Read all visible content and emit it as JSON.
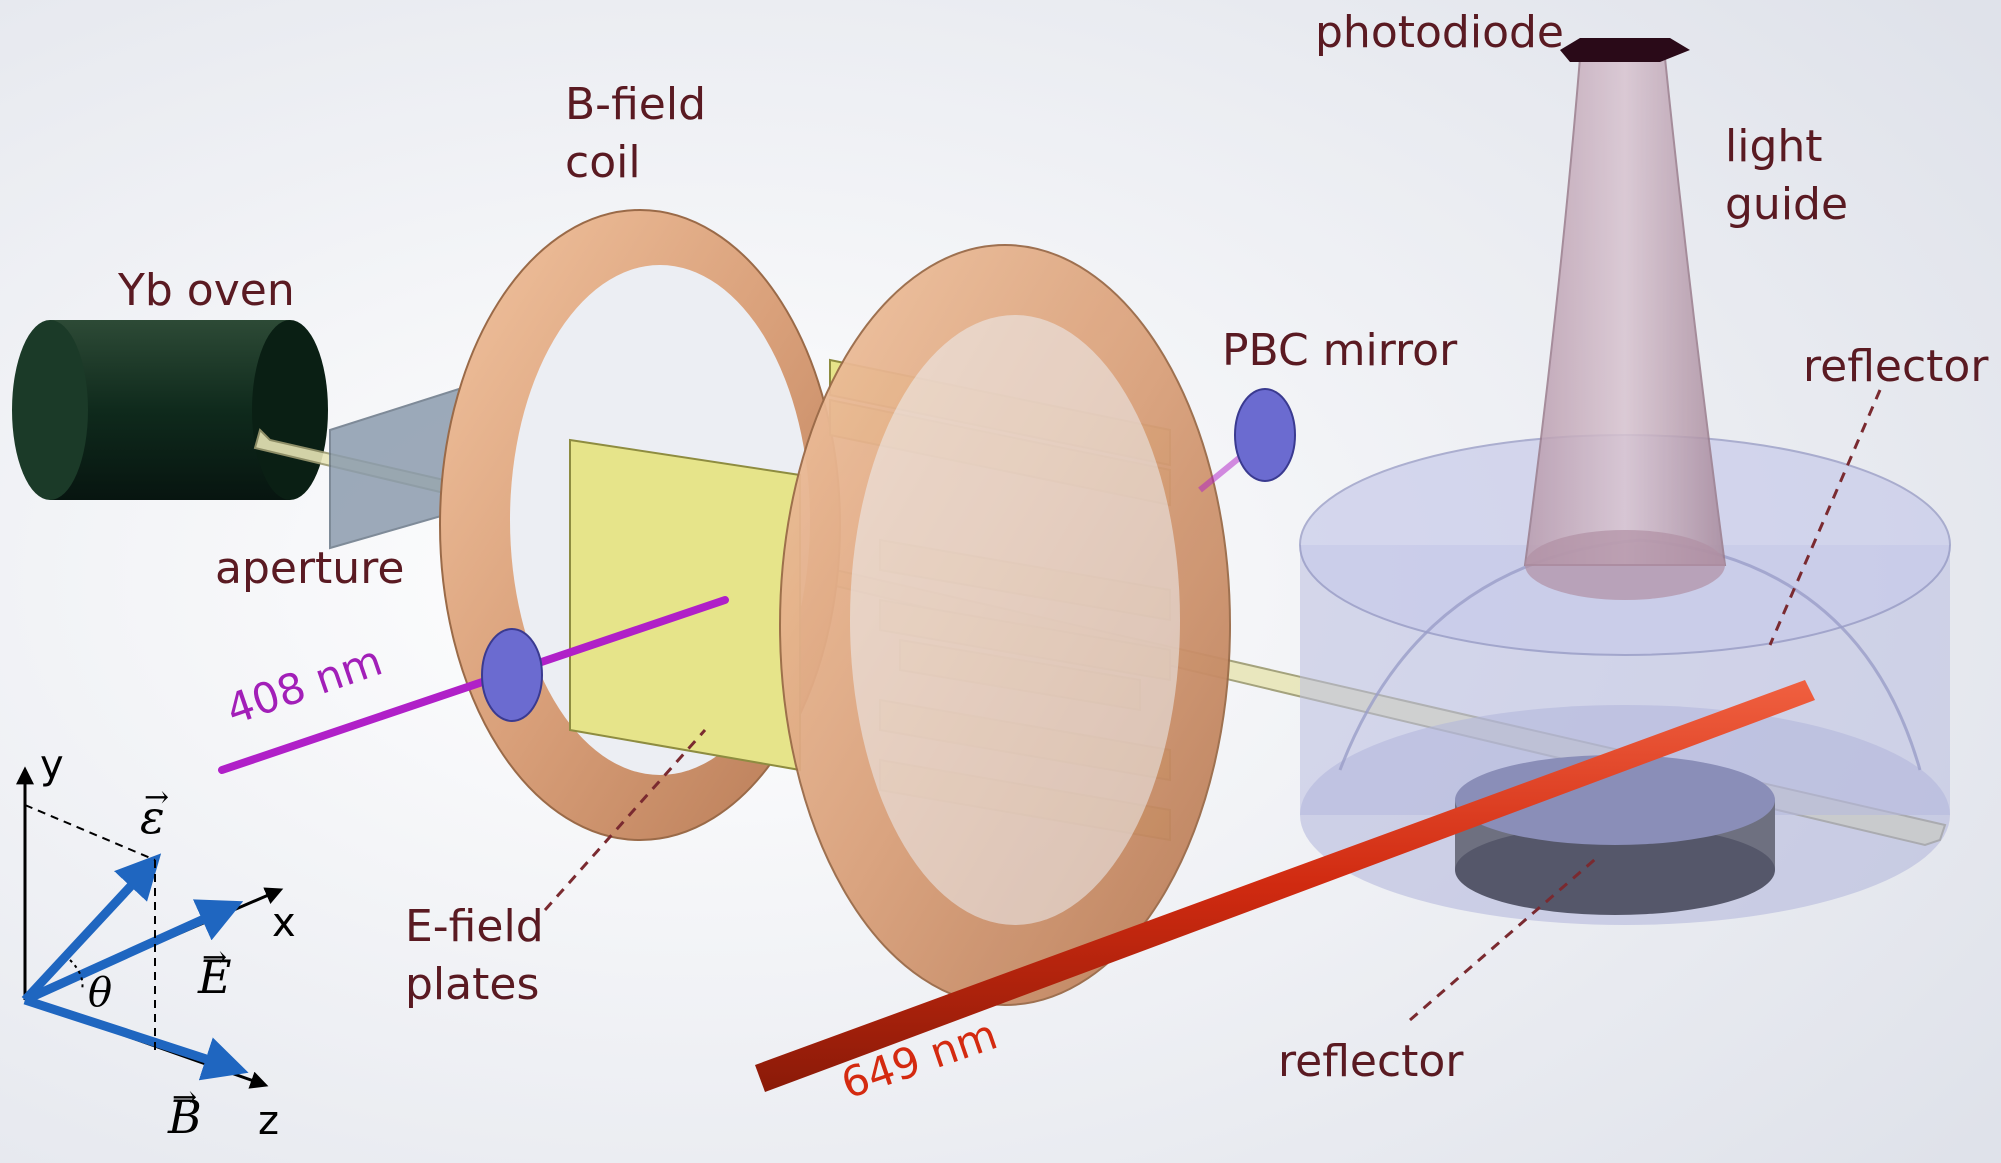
{
  "labels": {
    "photodiode": "photodiode",
    "light_guide": [
      "light",
      "guide"
    ],
    "b_field_coil": [
      "B-field",
      "coil"
    ],
    "yb_oven": "Yb oven",
    "pbc_mirror": "PBC mirror",
    "reflector_top": "reflector",
    "aperture": "aperture",
    "wavelength_408": "408 nm",
    "e_field_plates": [
      "E-field",
      "plates"
    ],
    "wavelength_649": "649 nm",
    "reflector_bottom": "reflector"
  },
  "axes": {
    "y": "y",
    "x": "x",
    "z": "z",
    "epsilon": "ε",
    "e_vec": "E",
    "b_vec": "B",
    "theta": "θ"
  },
  "colors": {
    "label_text": "#5a1a22",
    "laser_408": "#b020c8",
    "laser_649": "#d02a10",
    "coil": "#d9a07a",
    "plates": "#e6e48a",
    "oven": "#0f2a1c",
    "mirror": "#6b6bd0",
    "chamber": "#b9bde0",
    "axis_arrow": "#1f66c0"
  }
}
